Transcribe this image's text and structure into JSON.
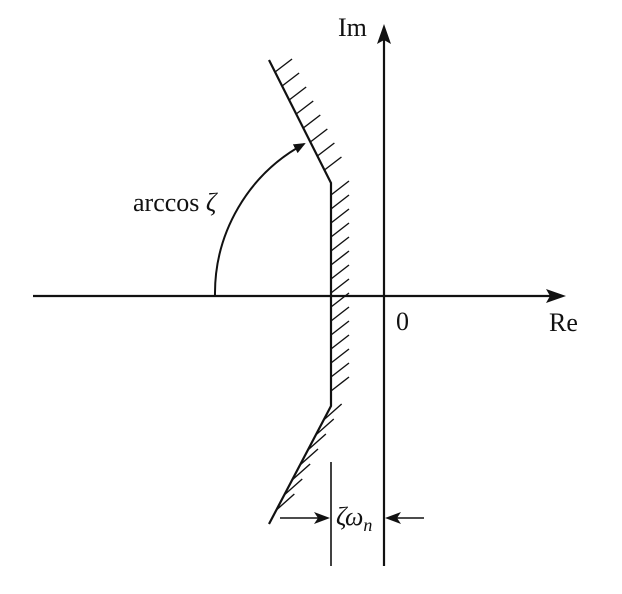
{
  "diagram": {
    "axis_labels": {
      "imaginary": "Im",
      "real": "Re"
    },
    "origin_label": "0",
    "angle_label": {
      "text": "arccos ",
      "symbol": "ζ"
    },
    "offset_label": {
      "zeta": "ζ",
      "omega": "ω",
      "subscript": "n"
    }
  },
  "colors": {
    "ink": "#111111",
    "background": "#ffffff"
  }
}
